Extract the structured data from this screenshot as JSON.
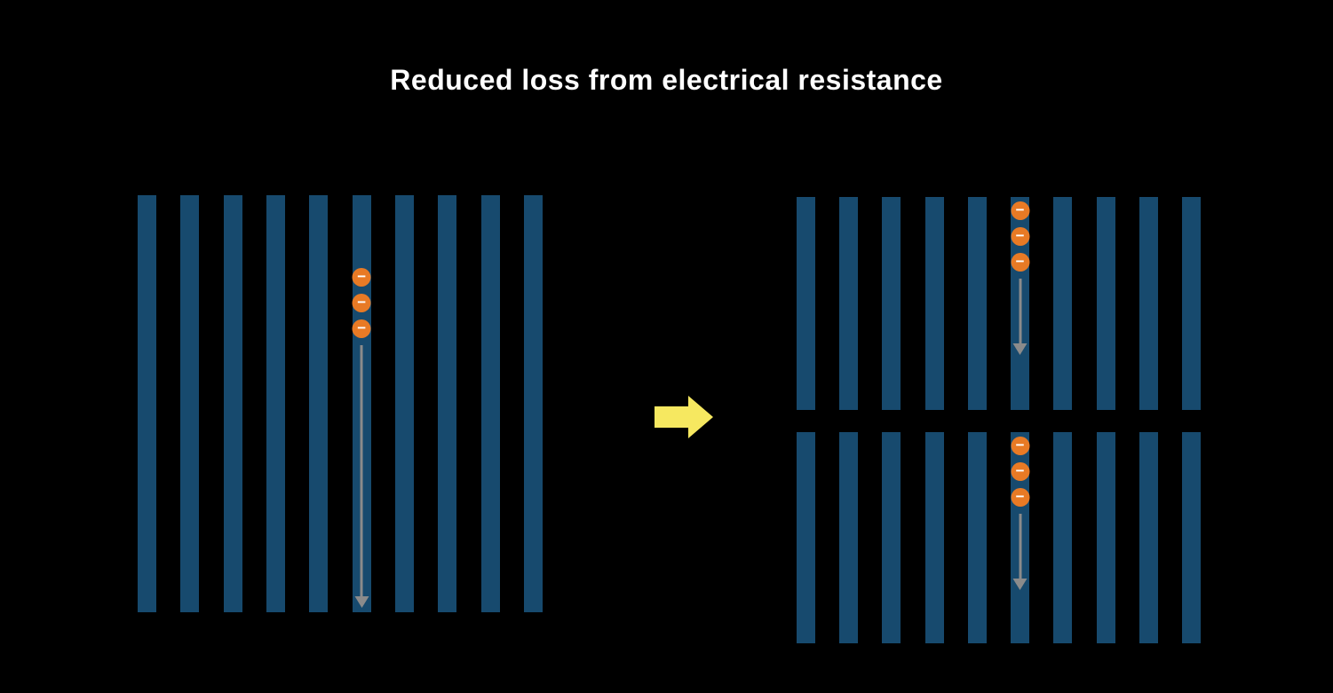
{
  "title": "Reduced loss from electrical resistance",
  "colors": {
    "background": "#000000",
    "title": "#ffffff",
    "bar": "#174a6e",
    "electron_fill": "#e87a25",
    "electron_symbol_color": "#ffffff",
    "flow_arrow": "#8b8b8b",
    "transition_arrow": "#f6e860"
  },
  "panels": {
    "full_cell": {
      "bar_count": 10,
      "electron_bar_index": 5,
      "electrons": 3,
      "electron_symbol": "−"
    },
    "half_cell_top": {
      "bar_count": 10,
      "electron_bar_index": 5,
      "electrons": 3,
      "electron_symbol": "−"
    },
    "half_cell_bottom": {
      "bar_count": 10,
      "electron_bar_index": 5,
      "electrons": 3,
      "electron_symbol": "−"
    }
  }
}
